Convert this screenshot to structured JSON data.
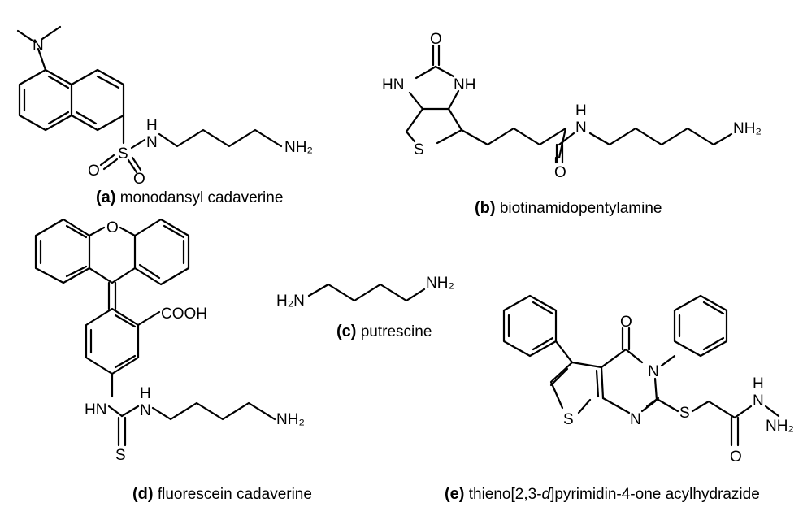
{
  "molecules": [
    {
      "letter": "(a)",
      "name": "monodansyl cadaverine",
      "atoms": {
        "n_amine": "N",
        "h_sulfonamide": "H",
        "n_sulfonamide": "N",
        "s": "S",
        "o1": "O",
        "o2": "O",
        "nh2": "NH₂"
      }
    },
    {
      "letter": "(b)",
      "name": "biotinamidopentylamine",
      "atoms": {
        "o_urea": "O",
        "hn": "HN",
        "nh": "NH",
        "s": "S",
        "h_amide": "H",
        "n_amide": "N",
        "o_amide": "O",
        "nh2": "NH₂"
      }
    },
    {
      "letter": "(c)",
      "name": "putrescine",
      "atoms": {
        "h2n": "H₂N",
        "nh2": "NH₂"
      }
    },
    {
      "letter": "(d)",
      "name": "fluorescein cadaverine",
      "atoms": {
        "o_xanthene": "O",
        "cooh": "COOH",
        "hn": "HN",
        "h_thiourea": "H",
        "n_thiourea": "N",
        "s": "S",
        "nh2": "NH₂"
      }
    },
    {
      "letter": "(e)",
      "name_pre": "thieno[2,3-",
      "name_italic": "d",
      "name_post": "]pyrimidin-4-one acylhydrazide",
      "atoms": {
        "o_keto": "O",
        "n3": "N",
        "s_ring": "S",
        "n1": "N",
        "s_thioether": "S",
        "h_hydrazide": "H",
        "n_hydrazide": "N",
        "nh2": "NH₂",
        "o_amide": "O"
      }
    }
  ]
}
